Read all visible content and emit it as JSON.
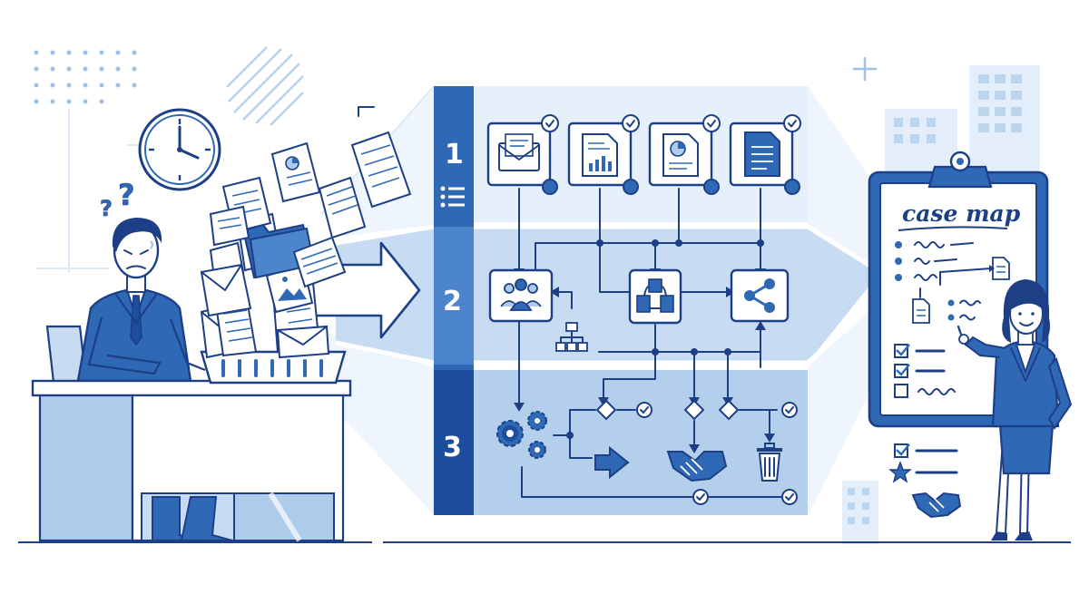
{
  "diagram": {
    "stages": [
      {
        "number": "1",
        "icon": "list-icon"
      },
      {
        "number": "2",
        "icon": "org-chart-icon"
      },
      {
        "number": "3",
        "icon": "gears-icon"
      }
    ],
    "intake_cards": [
      "envelope-icon",
      "bar-chart-document-icon",
      "pie-chart-document-icon",
      "text-document-icon"
    ],
    "routing_nodes": [
      "team-icon",
      "buildings-icon",
      "share-icon"
    ],
    "outcomes": [
      "arrow-right-icon",
      "handshake-icon",
      "trash-icon"
    ],
    "clipboard": {
      "title": "case map"
    },
    "colors": {
      "ink": "#1d3f86",
      "accent": "#2f68b5",
      "band_light": "#d9e8f7",
      "band_mid": "#b9d3ee"
    }
  }
}
